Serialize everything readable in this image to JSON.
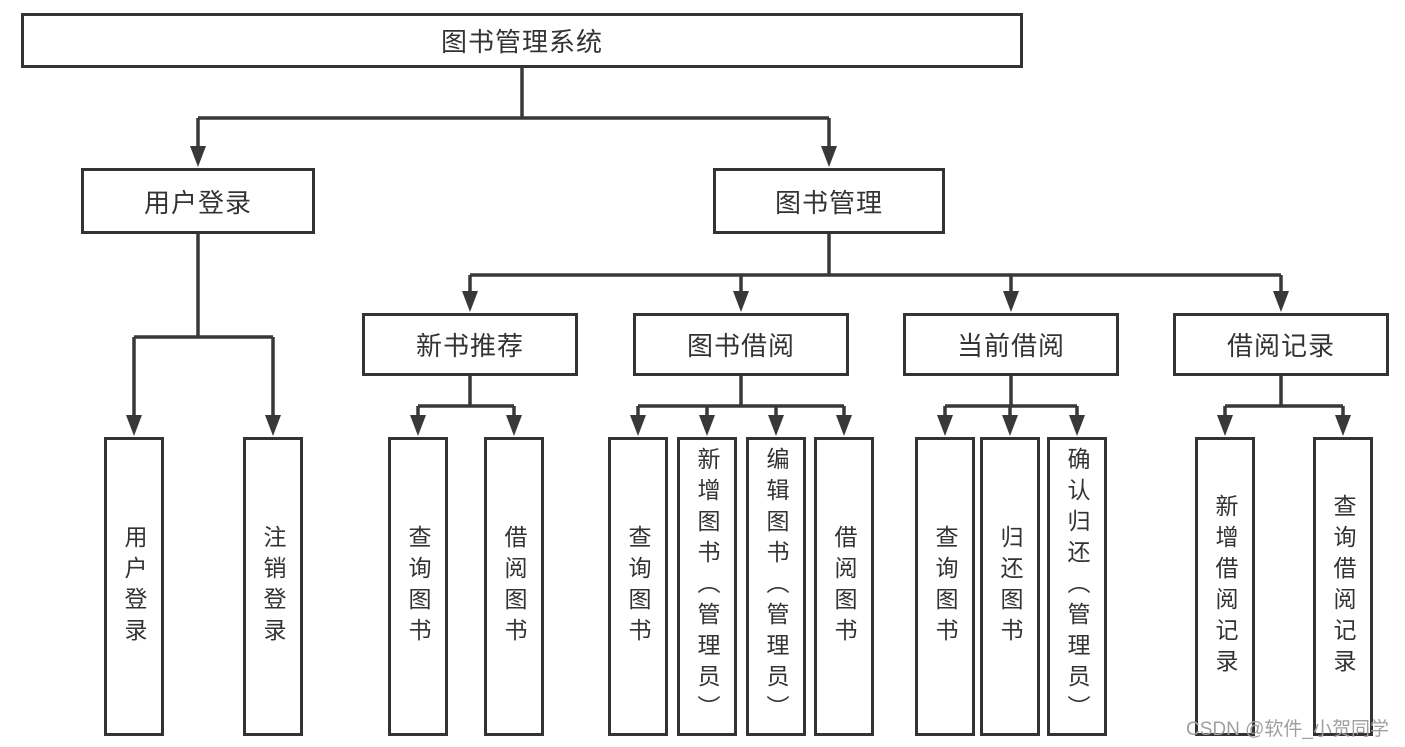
{
  "nodes": {
    "root": "图书管理系统",
    "user_login": "用户登录",
    "book_mgmt": "图书管理",
    "new_book_rec": "新书推荐",
    "book_borrow": "图书借阅",
    "current_borrow": "当前借阅",
    "borrow_record": "借阅记录",
    "login": "用户登录",
    "logout": "注销登录",
    "rec_query_book": "查询图书",
    "rec_borrow_book": "借阅图书",
    "bb_query_book": "查询图书",
    "bb_add_book": "新增图书（管理员）",
    "bb_edit_book": "编辑图书（管理员）",
    "bb_borrow_book": "借阅图书",
    "cb_query_book": "查询图书",
    "cb_return_book": "归还图书",
    "cb_confirm_return": "确认归还（管理员）",
    "br_add_record": "新增借阅记录",
    "br_query_record": "查询借阅记录"
  },
  "structure": {
    "图书管理系统": {
      "用户登录": [
        "用户登录",
        "注销登录"
      ],
      "图书管理": {
        "新书推荐": [
          "查询图书",
          "借阅图书"
        ],
        "图书借阅": [
          "查询图书",
          "新增图书（管理员）",
          "编辑图书（管理员）",
          "借阅图书"
        ],
        "当前借阅": [
          "查询图书",
          "归还图书",
          "确认归还（管理员）"
        ],
        "借阅记录": [
          "新增借阅记录",
          "查询借阅记录"
        ]
      }
    }
  },
  "watermark": "CSDN @软件_小贺同学",
  "colors": {
    "line": "#383838",
    "box_border": "#333333",
    "text": "#333333",
    "watermark": "#a0a0a0",
    "background": "#ffffff"
  }
}
